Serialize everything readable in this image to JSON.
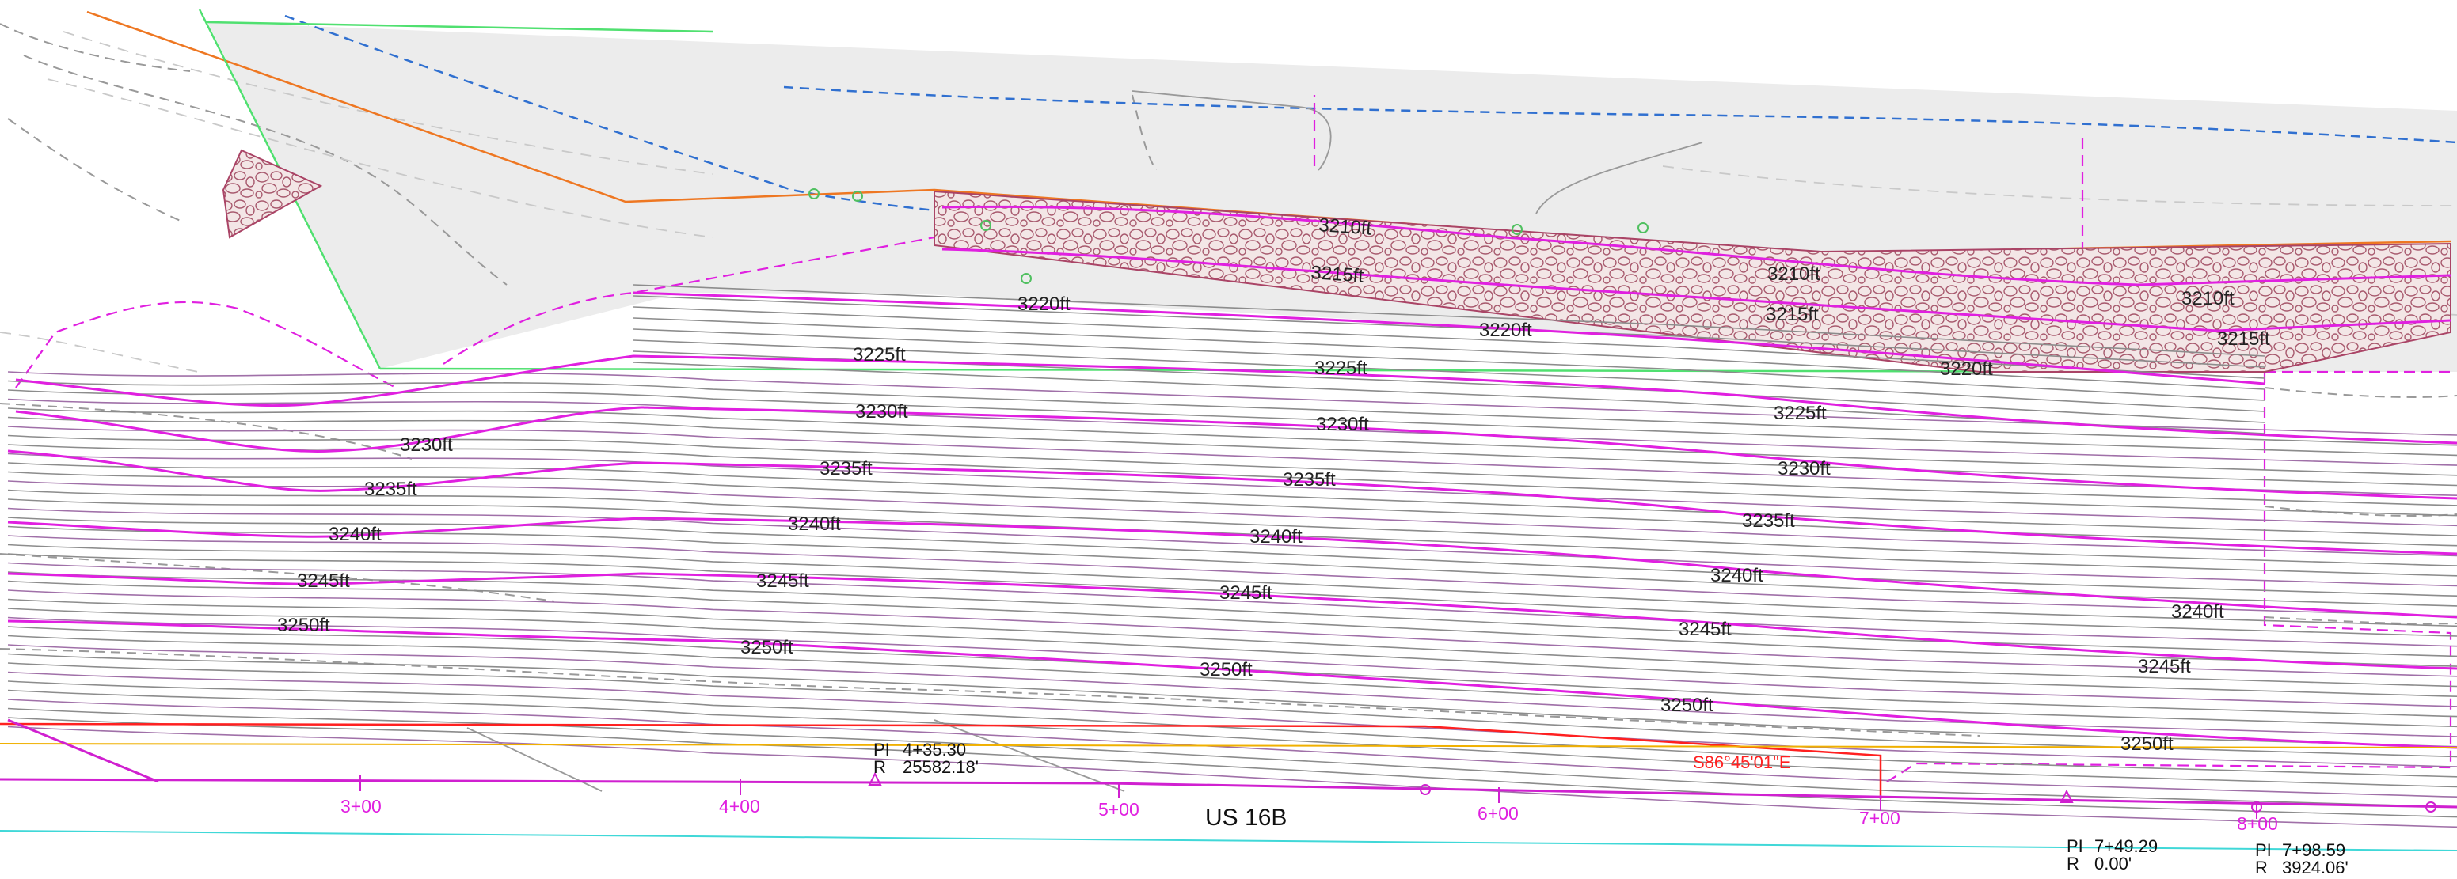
{
  "colors": {
    "major_contour": "#e020e0",
    "minor_contour": "#888888",
    "minor_contour_purple": "#a070a8",
    "proposed_grade": "#e020e0",
    "riprap_outline": "#aa4466",
    "riprap_fill": "#c9a9a9",
    "paved_area": "#ececec",
    "right_of_way": "#ff2020",
    "easement": "#f0b000",
    "ditch_line": "#50e070",
    "alignment": "#d020d0",
    "water_line": "#3070d0",
    "fence": "#ee7722",
    "cyan_line": "#40d8d8"
  },
  "contour_labels": [
    {
      "text": "3210ft"
    },
    {
      "text": "3210ft"
    },
    {
      "text": "3210ft"
    },
    {
      "text": "3215ft"
    },
    {
      "text": "3215ft"
    },
    {
      "text": "3215ft"
    },
    {
      "text": "3220ft"
    },
    {
      "text": "3220ft"
    },
    {
      "text": "3220ft"
    },
    {
      "text": "3225ft"
    },
    {
      "text": "3225ft"
    },
    {
      "text": "3225ft"
    },
    {
      "text": "3230ft"
    },
    {
      "text": "3230ft"
    },
    {
      "text": "3230ft"
    },
    {
      "text": "3230ft"
    },
    {
      "text": "3235ft"
    },
    {
      "text": "3235ft"
    },
    {
      "text": "3235ft"
    },
    {
      "text": "3235ft"
    },
    {
      "text": "3240ft"
    },
    {
      "text": "3240ft"
    },
    {
      "text": "3240ft"
    },
    {
      "text": "3240ft"
    },
    {
      "text": "3240ft"
    },
    {
      "text": "3245ft"
    },
    {
      "text": "3245ft"
    },
    {
      "text": "3245ft"
    },
    {
      "text": "3245ft"
    },
    {
      "text": "3245ft"
    },
    {
      "text": "3250ft"
    },
    {
      "text": "3250ft"
    },
    {
      "text": "3250ft"
    },
    {
      "text": "3250ft"
    },
    {
      "text": "3250ft"
    }
  ],
  "stations": [
    "3+00",
    "4+00",
    "5+00",
    "6+00",
    "7+00",
    "8+00"
  ],
  "road_name": "US 16B",
  "bearing": "S86°45'01\"E",
  "curve_points": [
    {
      "pi_label": "PI",
      "pi_value": "4+35.30",
      "r_label": "R",
      "r_value": "25582.18'"
    },
    {
      "pi_label": "PI",
      "pi_value": "7+49.29",
      "r_label": "R",
      "r_value": "0.00'"
    },
    {
      "pi_label": "PI",
      "pi_value": "7+98.59",
      "r_label": "R",
      "r_value": "3924.06'"
    }
  ]
}
